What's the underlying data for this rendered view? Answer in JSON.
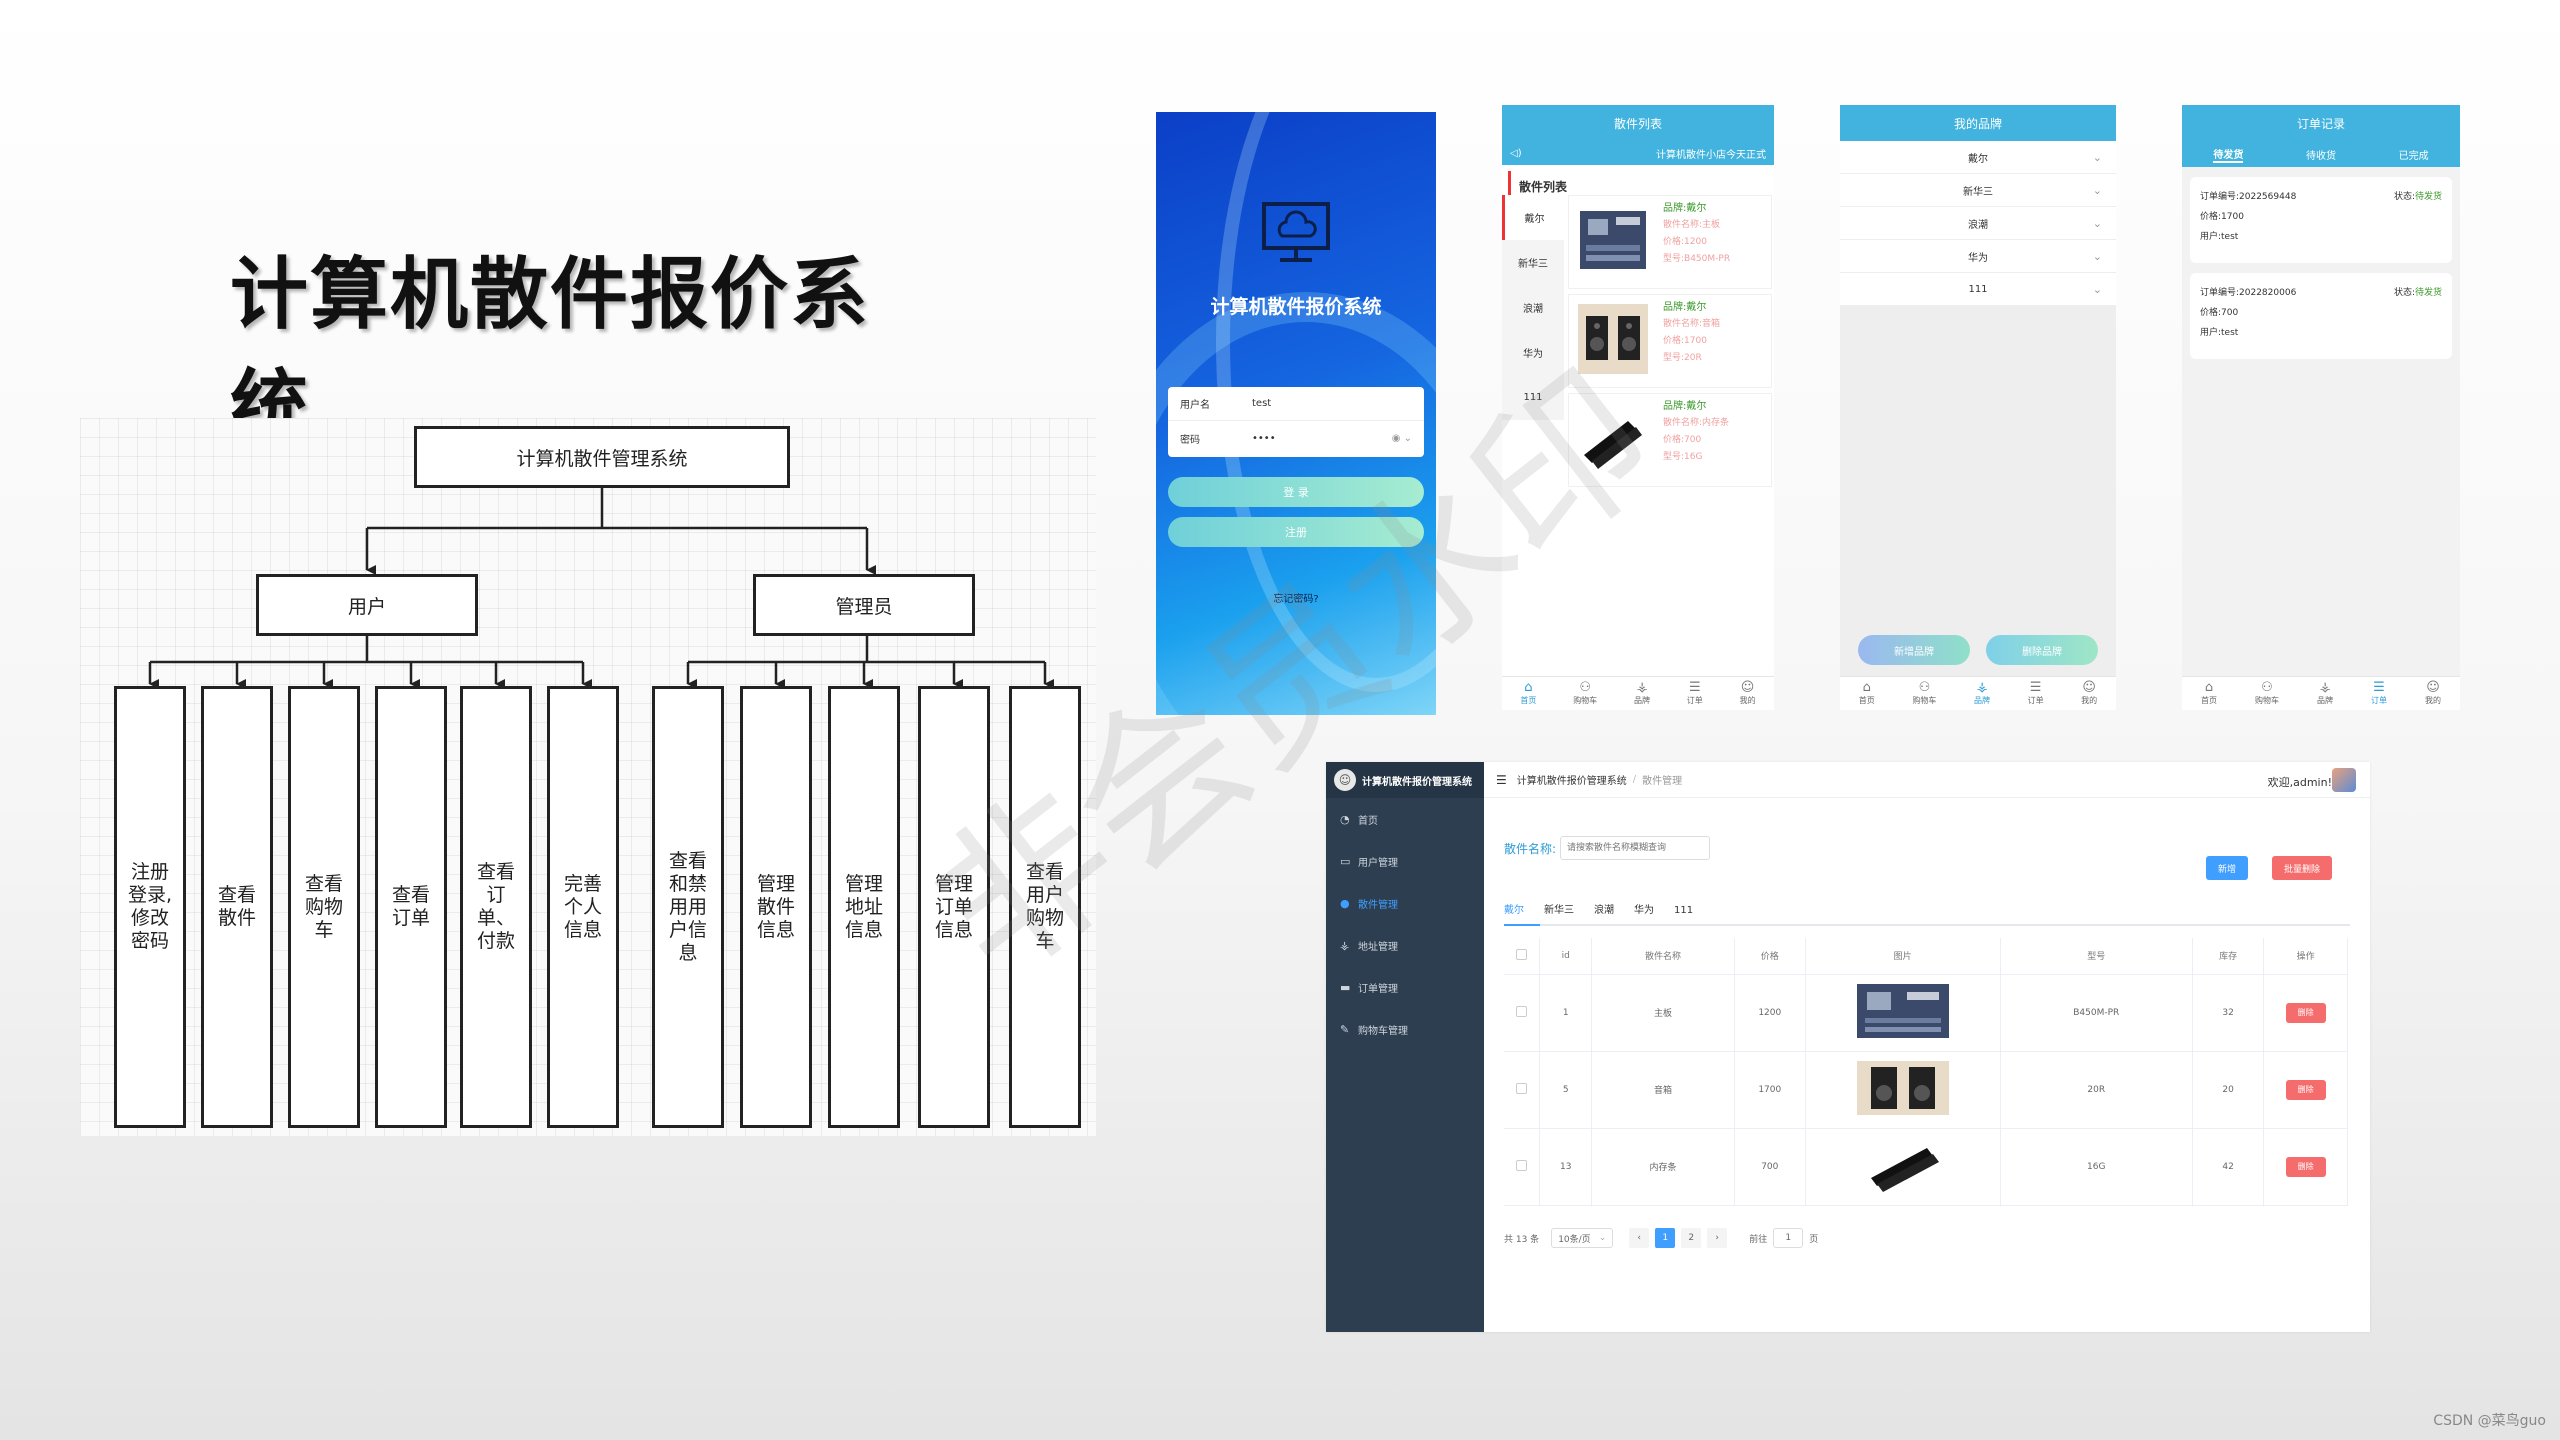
{
  "main_title": "计算机散件报价系统",
  "diagram": {
    "root": "计算机散件管理系统",
    "user_node": "用户",
    "admin_node": "管理员",
    "user_leaves": [
      "注册登录,修改密码",
      "查看散件",
      "查看购物车",
      "查看订单",
      "查看订单、付款",
      "完善个人信息"
    ],
    "admin_leaves": [
      "查看和禁用用户信息",
      "管理散件信息",
      "管理地址信息",
      "管理订单信息",
      "查看用户购物车"
    ]
  },
  "tabbar": {
    "home": "首页",
    "cart": "购物车",
    "brand": "品牌",
    "order": "订单",
    "mine": "我的"
  },
  "login": {
    "title": "计算机散件报价系统",
    "username_label": "用户名",
    "username_value": "test",
    "password_label": "密码",
    "password_value": "••••",
    "login_button": "登 录",
    "register_button": "注册",
    "forgot": "忘记密码?"
  },
  "parts_screen": {
    "header": "散件列表",
    "notice": "计算机散件小店今天正式",
    "section_title": "散件列表",
    "categories": [
      "戴尔",
      "新华三",
      "浪潮",
      "华为",
      "111"
    ],
    "cards": [
      {
        "brand": "品牌:戴尔",
        "name": "散件名称:主板",
        "price": "价格:1200",
        "model": "型号:B450M-PR"
      },
      {
        "brand": "品牌:戴尔",
        "name": "散件名称:音箱",
        "price": "价格:1700",
        "model": "型号:20R"
      },
      {
        "brand": "品牌:戴尔",
        "name": "散件名称:内存条",
        "price": "价格:700",
        "model": "型号:16G"
      }
    ]
  },
  "brands_screen": {
    "header": "我的品牌",
    "brands": [
      "戴尔",
      "新华三",
      "浪潮",
      "华为",
      "111"
    ],
    "add_button": "新增品牌",
    "delete_button": "删除品牌"
  },
  "orders_screen": {
    "header": "订单记录",
    "tabs": [
      "待发货",
      "待收货",
      "已完成"
    ],
    "orders": [
      {
        "no": "订单编号:2022569448",
        "status_label": "状态:",
        "status": "待发货",
        "price": "价格:1700",
        "user": "用户:test"
      },
      {
        "no": "订单编号:2022820006",
        "status_label": "状态:",
        "status": "待发货",
        "price": "价格:700",
        "user": "用户:test"
      }
    ]
  },
  "admin": {
    "system_name": "计算机散件报价管理系统",
    "menu": [
      "首页",
      "用户管理",
      "散件管理",
      "地址管理",
      "订单管理",
      "购物车管理"
    ],
    "breadcrumb_root": "计算机散件报价管理系统",
    "breadcrumb_current": "散件管理",
    "welcome": "欢迎,admin!",
    "search_label": "散件名称:",
    "search_placeholder": "请搜索散件名称模糊查询",
    "add_button": "新增",
    "batch_delete_button": "批量删除",
    "tabs": [
      "戴尔",
      "新华三",
      "浪潮",
      "华为",
      "111"
    ],
    "columns": [
      "id",
      "散件名称",
      "价格",
      "图片",
      "型号",
      "库存",
      "操作"
    ],
    "rows": [
      {
        "id": "1",
        "name": "主板",
        "price": "1200",
        "model": "B450M-PR",
        "stock": "32"
      },
      {
        "id": "5",
        "name": "音箱",
        "price": "1700",
        "model": "20R",
        "stock": "20"
      },
      {
        "id": "13",
        "name": "内存条",
        "price": "700",
        "model": "16G",
        "stock": "42"
      }
    ],
    "delete_label": "删除",
    "total": "共 13 条",
    "page_size": "10条/页",
    "page_1": "1",
    "page_2": "2",
    "goto_label": "前往",
    "goto_value": "1",
    "page_suffix": "页"
  },
  "watermark": "非会员水印",
  "credit": "CSDN @菜鸟guo",
  "colors": {
    "accent": "#41b3de",
    "admin_sidebar": "#2d3e50",
    "danger": "#f56c6c",
    "primary": "#409eff"
  }
}
